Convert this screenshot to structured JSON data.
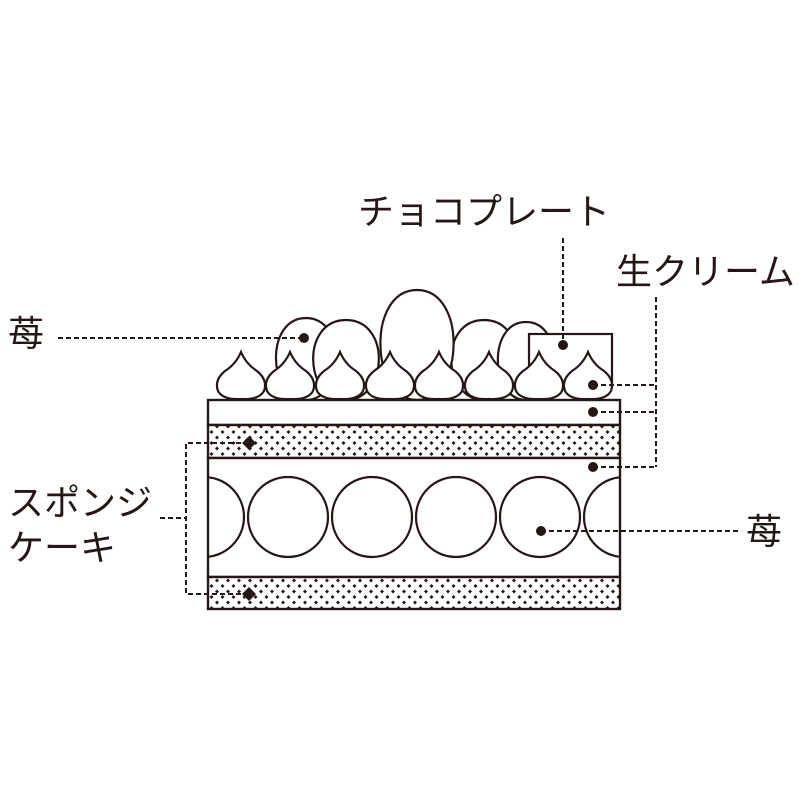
{
  "title": "Cake cross-section diagram",
  "colors": {
    "ink": "#231815",
    "background": "#ffffff"
  },
  "labels": {
    "chocolate_plate": "チョコプレート",
    "fresh_cream": "生クリーム",
    "strawberry_top": "苺",
    "strawberry_middle": "苺",
    "sponge_line1": "スポンジ",
    "sponge_line2": "ケーキ"
  }
}
